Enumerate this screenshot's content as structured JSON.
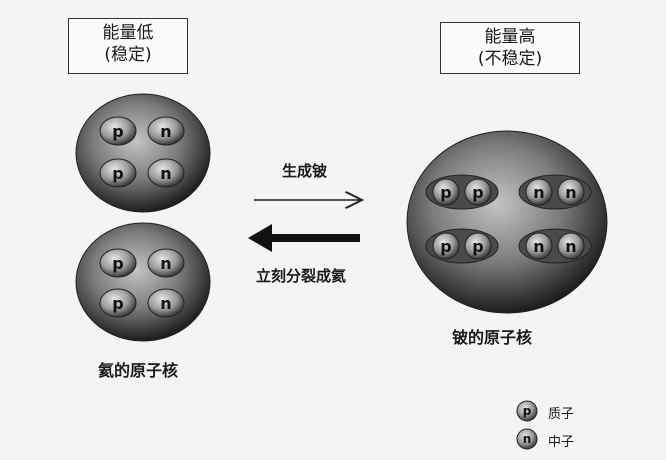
{
  "left": {
    "title_line1": "能量低",
    "title_line2": "(稳定)",
    "caption": "氦的原子核",
    "particle_p": "p",
    "particle_n": "n"
  },
  "right": {
    "title_line1": "能量高",
    "title_line2": "(不稳定)",
    "caption": "铍的原子核",
    "particle_p": "p",
    "particle_n": "n"
  },
  "arrows": {
    "forward_label": "生成铍",
    "backward_label": "立刻分裂成氦"
  },
  "legend": {
    "proton_symbol": "p",
    "proton_label": "质子",
    "neutron_symbol": "n",
    "neutron_label": "中子"
  },
  "colors": {
    "nucleus_light": "#bdbdbd",
    "nucleus_dark": "#1e1e1e",
    "particle_light": "#e6e6e6",
    "particle_dark": "#3a3a3a"
  }
}
